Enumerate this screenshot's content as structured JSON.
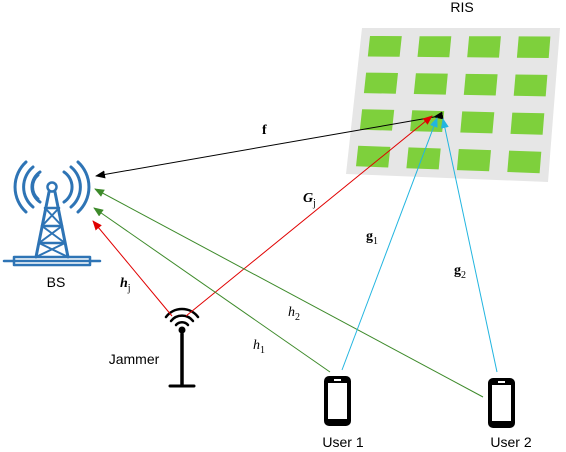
{
  "nodes": {
    "ris": "RIS",
    "bs": "BS",
    "jammer": "Jammer",
    "user1": "User 1",
    "user2": "User 2"
  },
  "links": {
    "f": "f",
    "G_j": {
      "base": "G",
      "sub": "j"
    },
    "h_j": {
      "base": "h",
      "sub": "j"
    },
    "h_1": {
      "base": "h",
      "sub": "1"
    },
    "h_2": {
      "base": "h",
      "sub": "2"
    },
    "g_1": {
      "base": "g",
      "sub": "1"
    },
    "g_2": {
      "base": "g",
      "sub": "2"
    }
  },
  "colors": {
    "ris_panel": "#e6e6e6",
    "ris_element": "#7ed03c",
    "tower": "#2e74b5",
    "jammer_signal": "#e00000",
    "user_signal": "#3d8a2a",
    "ris_signal": "#22b5e0",
    "ris_to_bs": "#000000"
  }
}
